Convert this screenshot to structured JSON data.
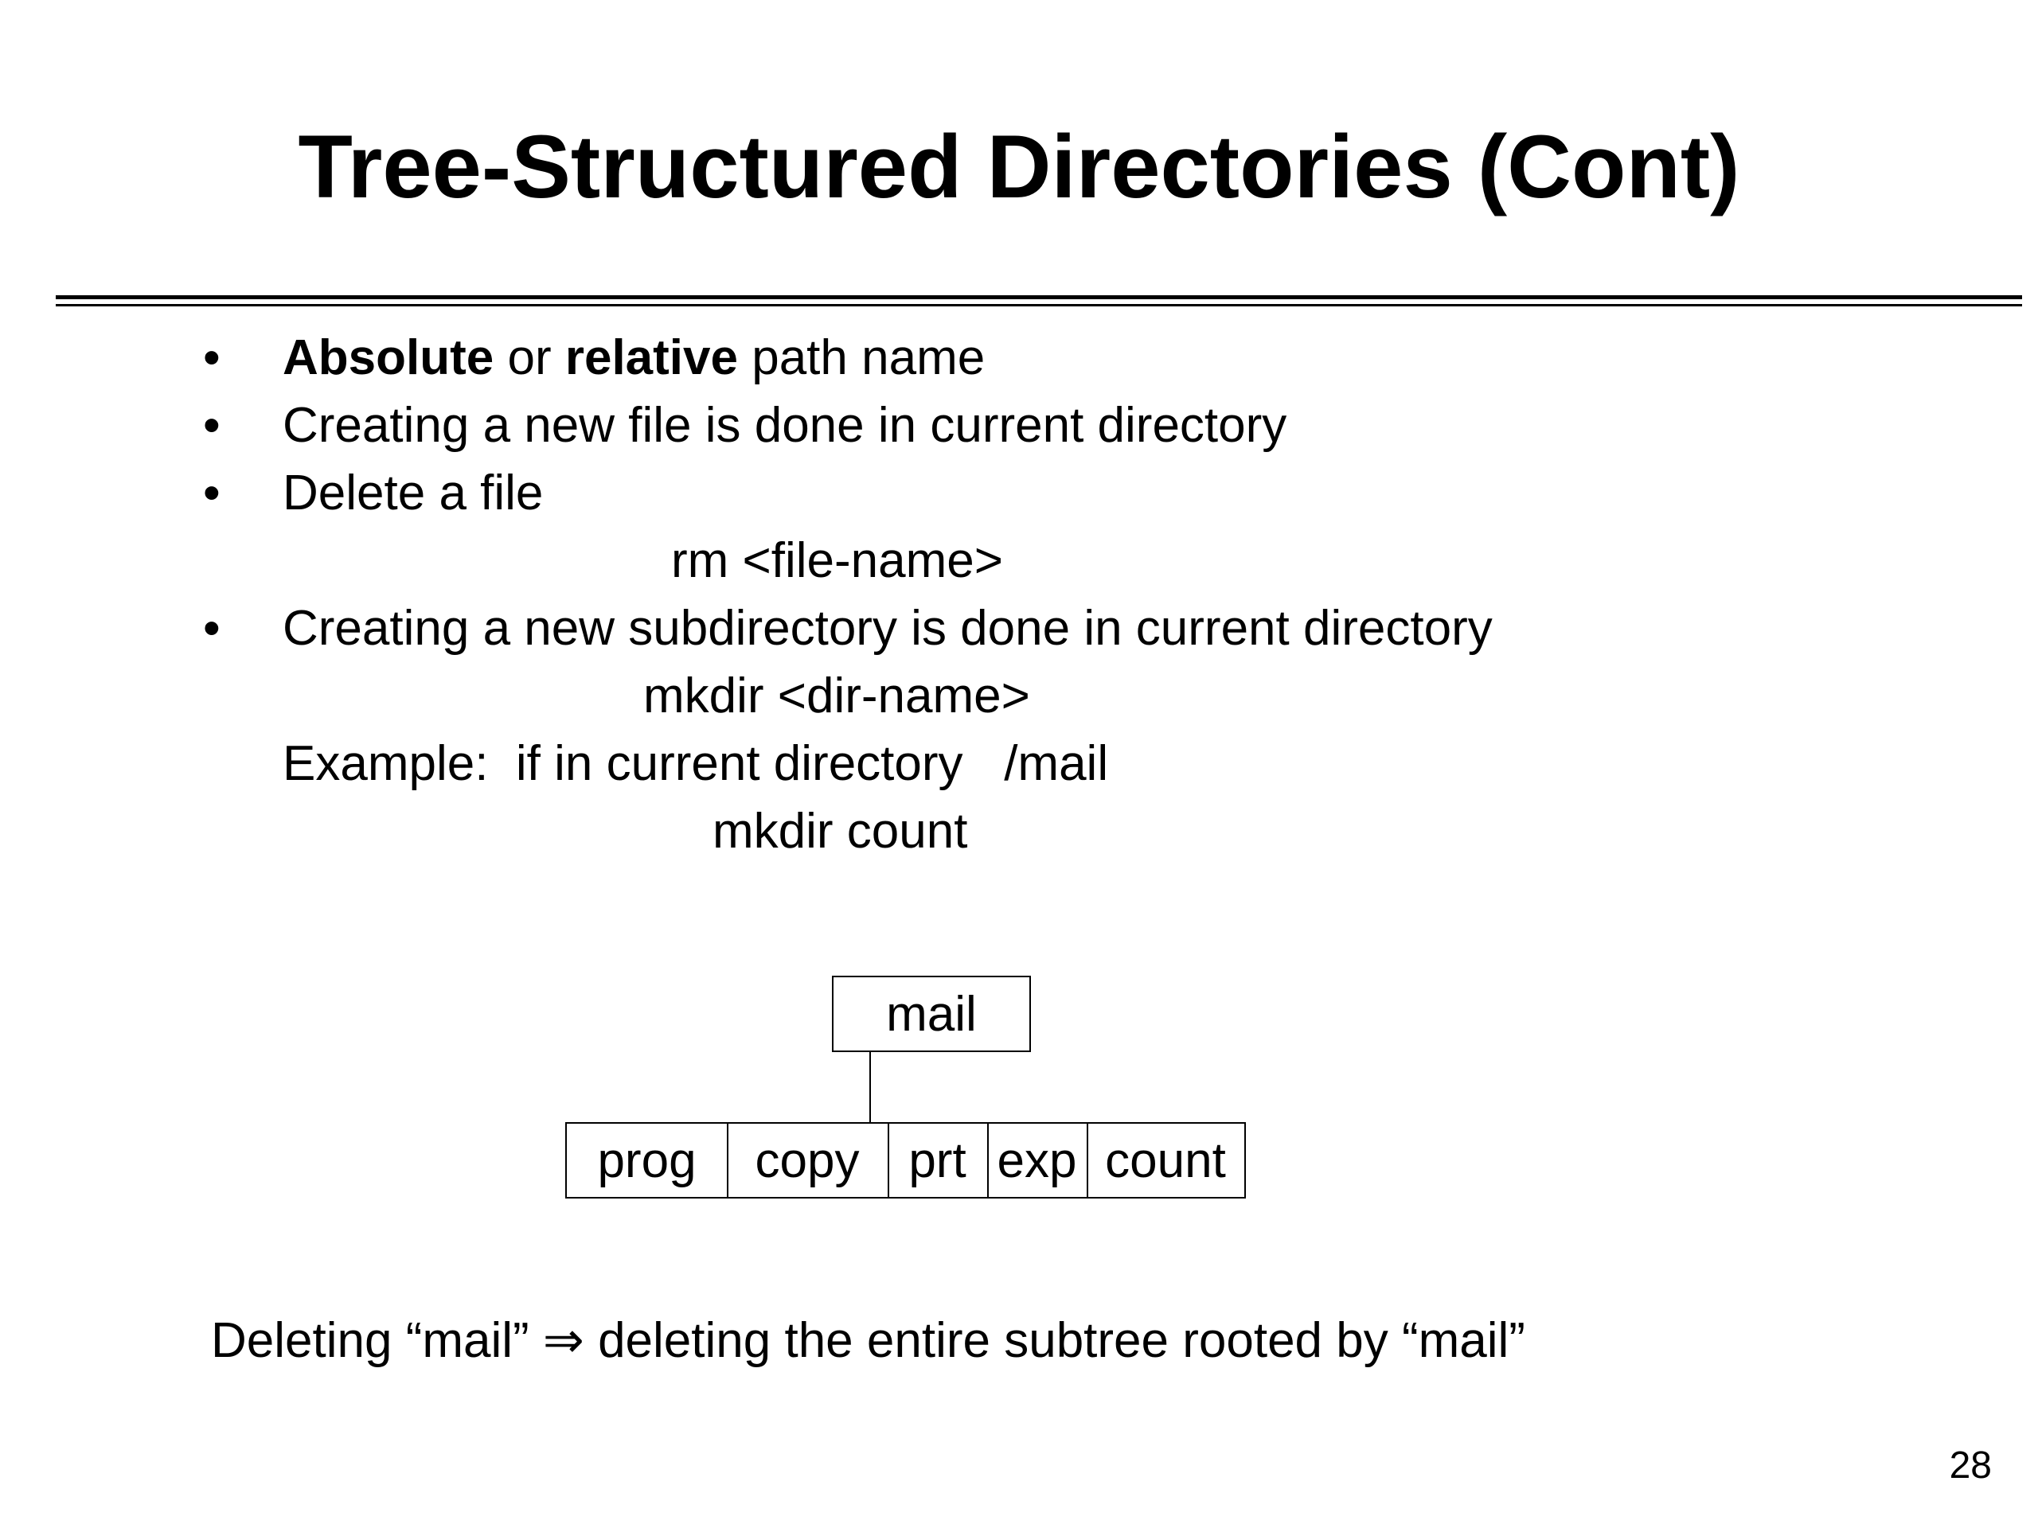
{
  "title": "Tree-Structured Directories (Cont)",
  "bullets": {
    "symbol": "•",
    "item1": {
      "absolute": "Absolute",
      "or": " or ",
      "relative": "relative",
      "rest": " path name"
    },
    "item2": "Creating a new file is done in current directory",
    "item3": "Delete a file",
    "rm_command": "rm <file-name>",
    "item4": "Creating a new subdirectory is done in current directory",
    "mkdir_command": "mkdir <dir-name>",
    "example_line": "Example:  if in current directory   /mail",
    "mkdir_count": "mkdir count"
  },
  "tree": {
    "root": "mail",
    "children": [
      "prog",
      "copy",
      "prt",
      "exp",
      "count"
    ]
  },
  "footer_note": "Deleting “mail” ⇒ deleting the entire subtree rooted by “mail”",
  "page_number": "28"
}
